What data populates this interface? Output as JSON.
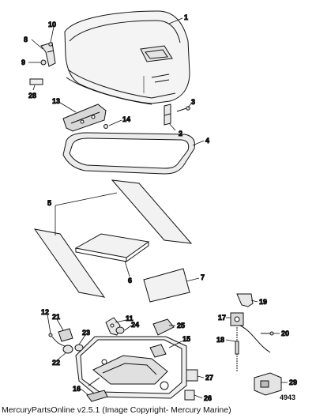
{
  "callouts": [
    "1",
    "2",
    "3",
    "4",
    "5",
    "6",
    "7",
    "8",
    "9",
    "10",
    "11",
    "12",
    "13",
    "14",
    "15",
    "16",
    "17",
    "18",
    "19",
    "20",
    "21",
    "22",
    "23",
    "24",
    "25",
    "26",
    "27",
    "28",
    "29"
  ],
  "diagram_id": "4943",
  "footer": "MercuryPartsOnline v2.5.1 (Image Copyright- Mercury Marine)",
  "colors": {
    "line": "#111111",
    "fill_light": "#f2f2f2",
    "fill_mid": "#d9d9d9",
    "background": "#ffffff"
  }
}
